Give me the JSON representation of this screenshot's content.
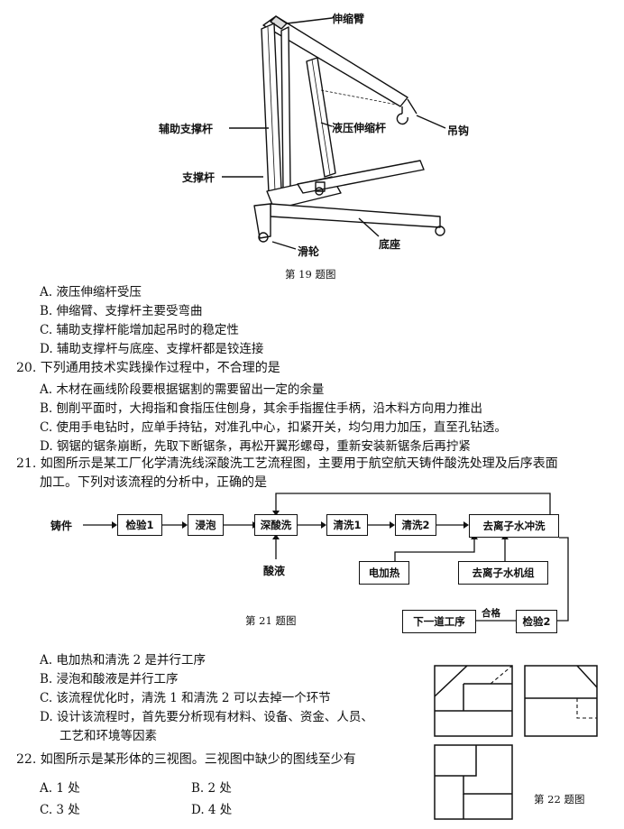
{
  "fig19": {
    "labels": {
      "telescopic_arm": "伸缩臂",
      "aux_strut": "辅助支撑杆",
      "hydraulic_rod": "液压伸缩杆",
      "hook": "吊钩",
      "strut": "支撑杆",
      "pulley": "滑轮",
      "base": "底座"
    },
    "caption": "第 19 题图"
  },
  "q19_options": [
    "A. 液压伸缩杆受压",
    "B. 伸缩臂、支撑杆主要受弯曲",
    "C. 辅助支撑杆能增加起吊时的稳定性",
    "D. 辅助支撑杆与底座、支撑杆都是铰连接"
  ],
  "q20": {
    "stem": "20. 下列通用技术实践操作过程中，不合理的是",
    "options": [
      "A. 木材在画线阶段要根据锯割的需要留出一定的余量",
      "B. 刨削平面时，大拇指和食指压住刨身，其余手指握住手柄，沿木料方向用力推出",
      "C. 使用手电钻时，应单手持钻，对准孔中心，扣紧开关，均匀用力加压，直至孔钻透。",
      "D. 钢锯的锯条崩断，先取下断锯条，再松开翼形螺母，重新安装新锯条后再拧紧"
    ]
  },
  "q21": {
    "stem_line1": "21. 如图所示是某工厂化学清洗线深酸洗工艺流程图，主要用于航空航天铸件酸洗处理及后序表面",
    "stem_line2": "加工。下列对该流程的分析中，正确的是",
    "flow": {
      "input": "铸件",
      "steps": [
        "检验1",
        "浸泡",
        "深酸洗",
        "清洗1",
        "清洗2",
        "去离子水冲洗"
      ],
      "acid": "酸液",
      "heat": "电加热",
      "deion": "去离子水机组",
      "check2": "检验2",
      "pass": "合格",
      "next": "下一道工序"
    },
    "caption": "第 21 题图",
    "options": [
      "A. 电加热和清洗 2 是并行工序",
      "B. 浸泡和酸液是并行工序",
      "C. 该流程优化时，清洗 1 和清洗 2 可以去掉一个环节",
      "D. 设计该流程时，首先要分析现有材料、设备、资金、人员、",
      "工艺和环境等因素"
    ]
  },
  "q22": {
    "stem": "22. 如图所示是某形体的三视图。三视图中缺少的图线至少有",
    "options": [
      "A. 1 处",
      "B. 2 处",
      "C. 3 处",
      "D. 4 处"
    ],
    "caption": "第 22 题图"
  }
}
